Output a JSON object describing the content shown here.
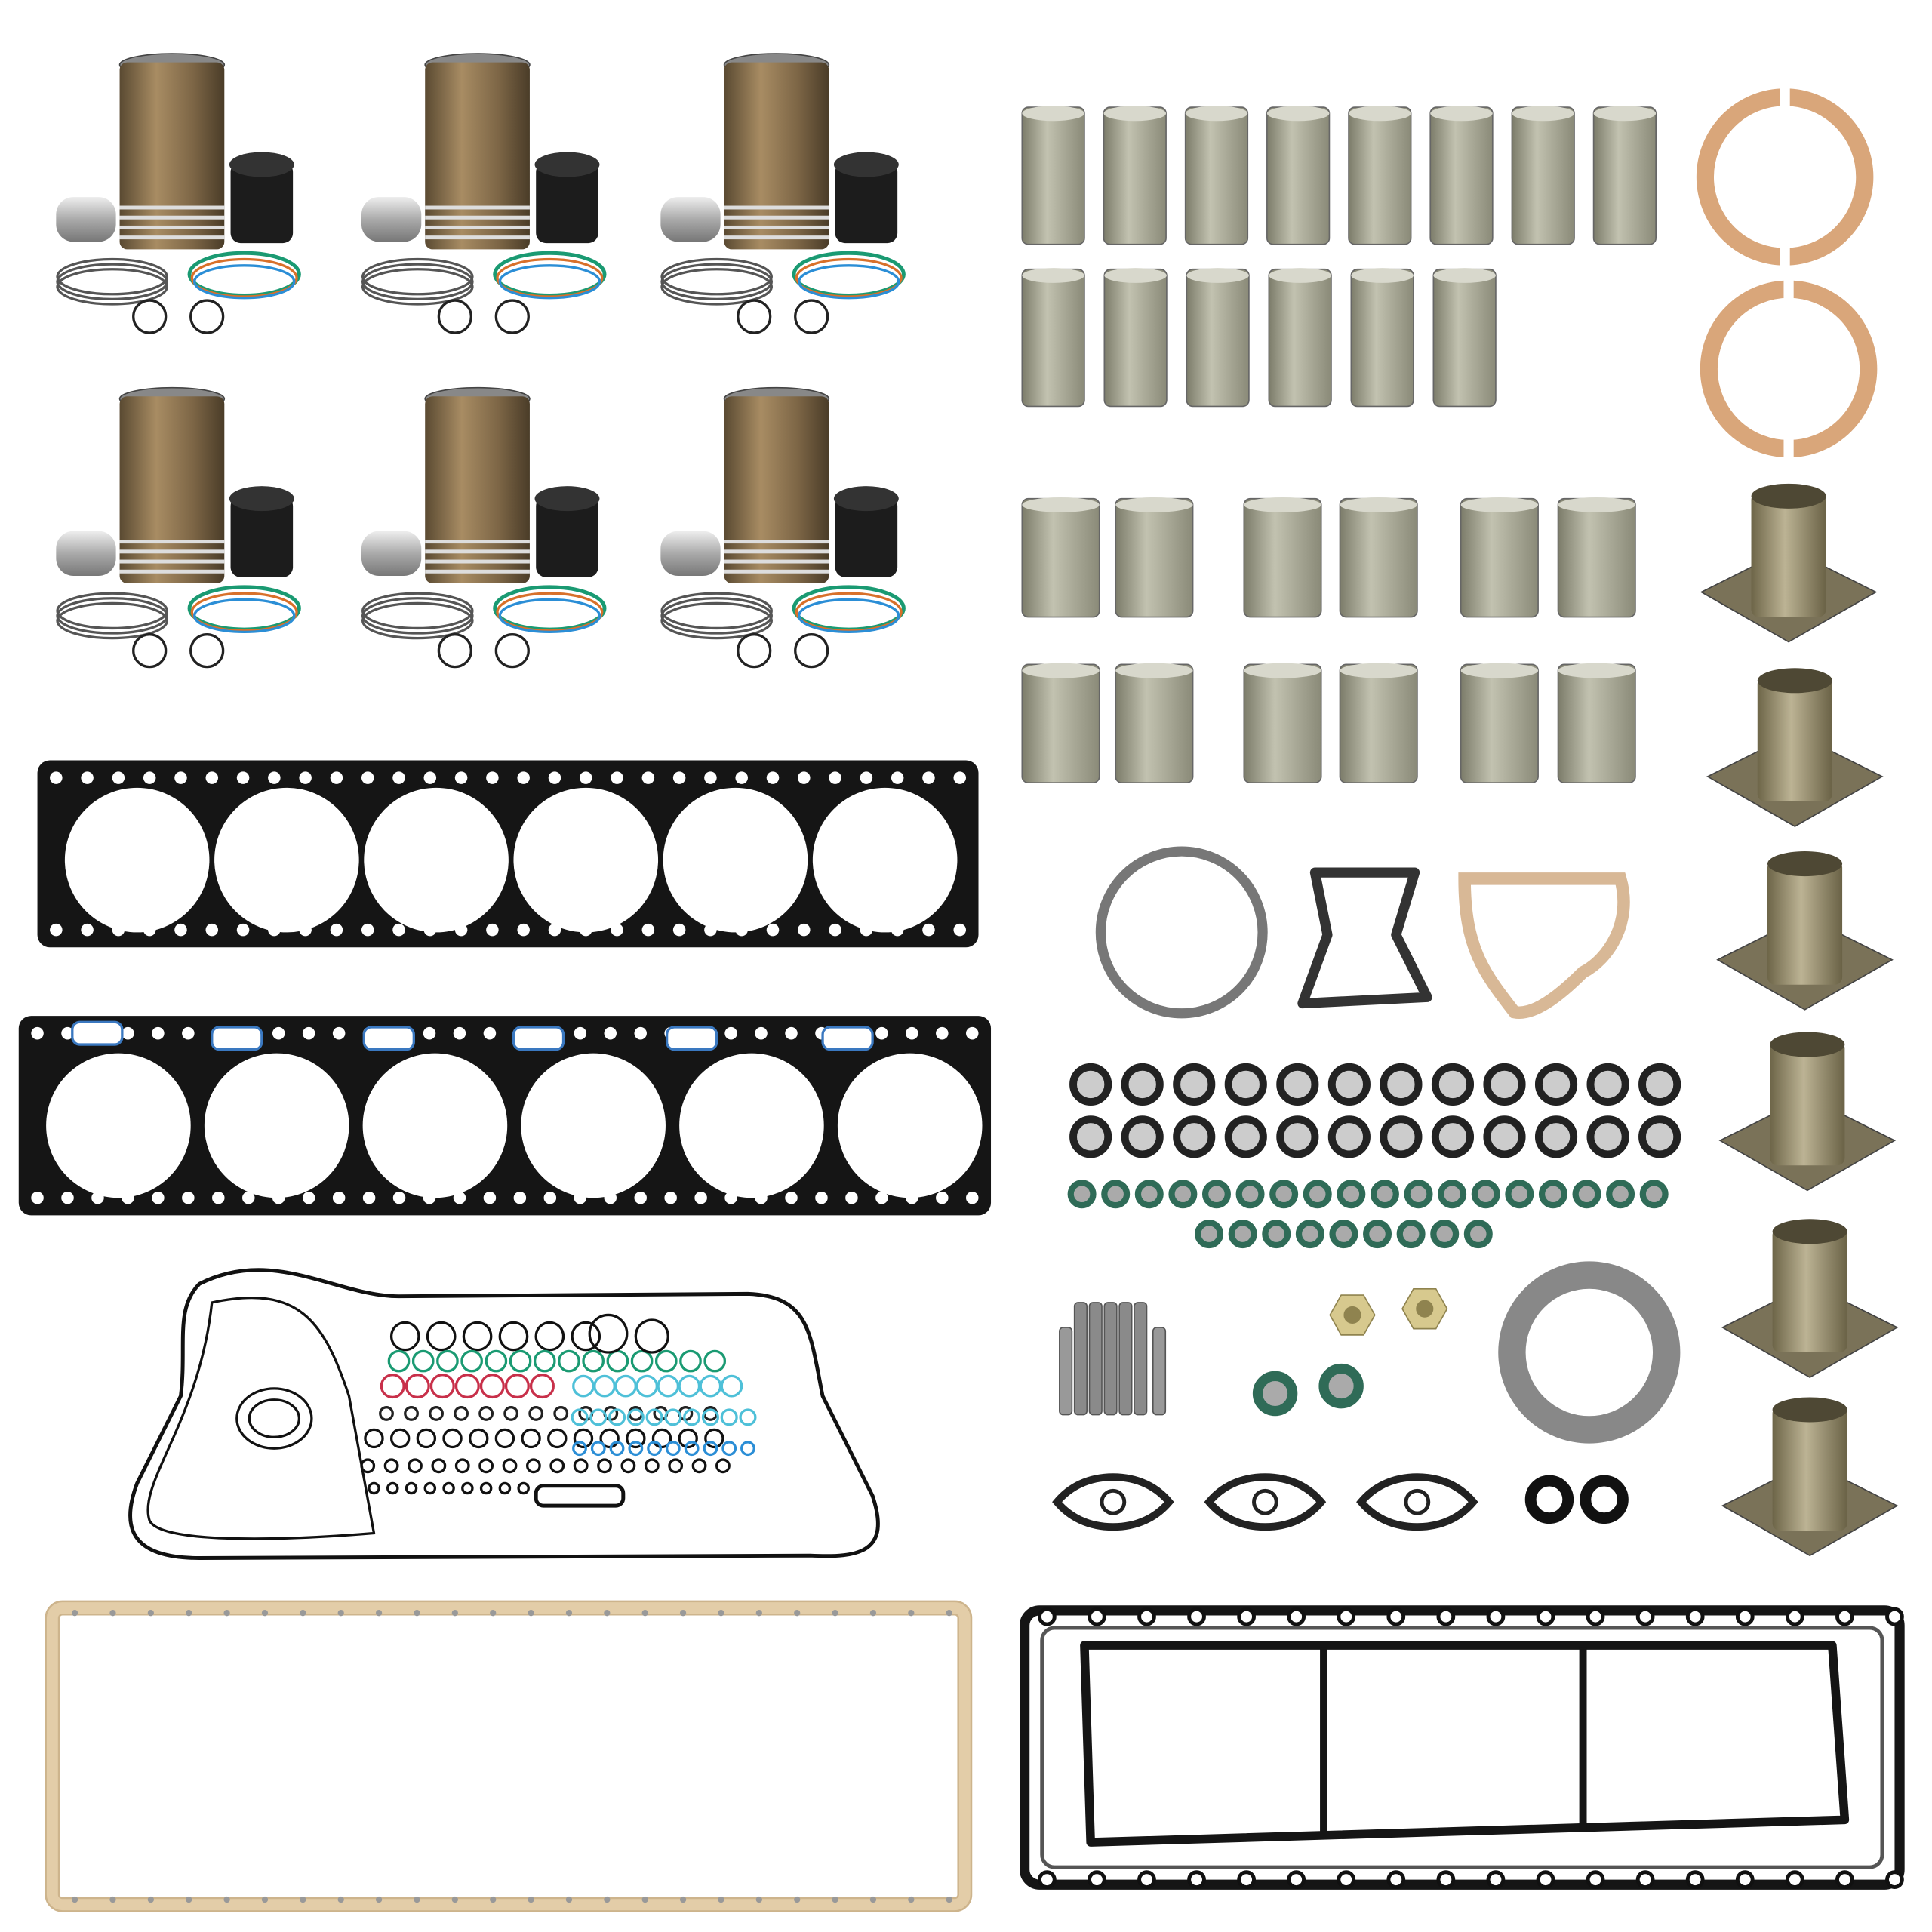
{
  "scene": {
    "background": "#ffffff",
    "parts": [
      "cylinder-liner-kit",
      "connecting-rod-bearing",
      "thrust-washer",
      "main-bearing",
      "injector-sleeve",
      "cylinder-head-gasket",
      "o-ring-kit",
      "oil-pan-gasket",
      "valve-cover-gasket",
      "misc-gaskets",
      "valve-seals",
      "studs",
      "nuts"
    ],
    "colors": {
      "liner": "#8a7350",
      "piston": "#1c1c1c",
      "bearing": "#a8a895",
      "copper": "#d9a67a",
      "sleeve": "#9a9070",
      "gasket_black": "#151515",
      "gasket_tan": "#e3cda8",
      "seal_green": "#2f6b57",
      "ring_blue": "#2b8ed6",
      "ring_green": "#1a9a72",
      "ring_red": "#c8304a",
      "ring_orange": "#d8702a",
      "ring_teal": "#4ec0d8"
    }
  }
}
